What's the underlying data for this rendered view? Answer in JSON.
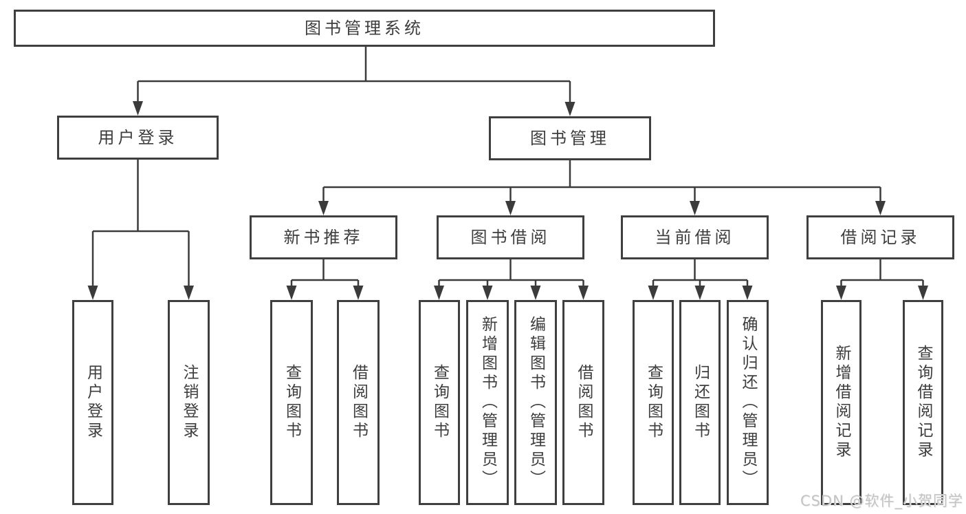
{
  "page": {
    "background": "#ffffff"
  },
  "colors": {
    "line": "#3b3b3b",
    "box_border": "#3f3f3f",
    "text": "#3d3d3d",
    "watermark": "#c3c3c3"
  },
  "nodes": {
    "root": {
      "label": "图书管理系统"
    },
    "user_login": {
      "label": "用户登录"
    },
    "book_mgmt": {
      "label": "图书管理"
    },
    "new_book_rec": {
      "label": "新书推荐"
    },
    "book_borrow": {
      "label": "图书借阅"
    },
    "current_borrow": {
      "label": "当前借阅"
    },
    "borrow_records": {
      "label": "借阅记录"
    },
    "user_login_leaf": {
      "label": "用户登录"
    },
    "logout_leaf": {
      "label": "注销登录"
    },
    "rec_query_books": {
      "label": "查询图书"
    },
    "rec_borrow_books": {
      "label": "借阅图书"
    },
    "bb_query_books": {
      "label": "查询图书"
    },
    "bb_add_books": {
      "label": "新增图书（管理员）"
    },
    "bb_edit_books": {
      "label": "编辑图书（管理员）"
    },
    "bb_borrow_books": {
      "label": "借阅图书"
    },
    "cb_query_books": {
      "label": "查询图书"
    },
    "cb_return_books": {
      "label": "归还图书"
    },
    "cb_confirm_return": {
      "label": "确认归还（管理员）"
    },
    "br_add_record": {
      "label": "新增借阅记录"
    },
    "br_query_record": {
      "label": "查询借阅记录"
    }
  },
  "watermark": {
    "text": "CSDN @软件_小贺同学"
  }
}
